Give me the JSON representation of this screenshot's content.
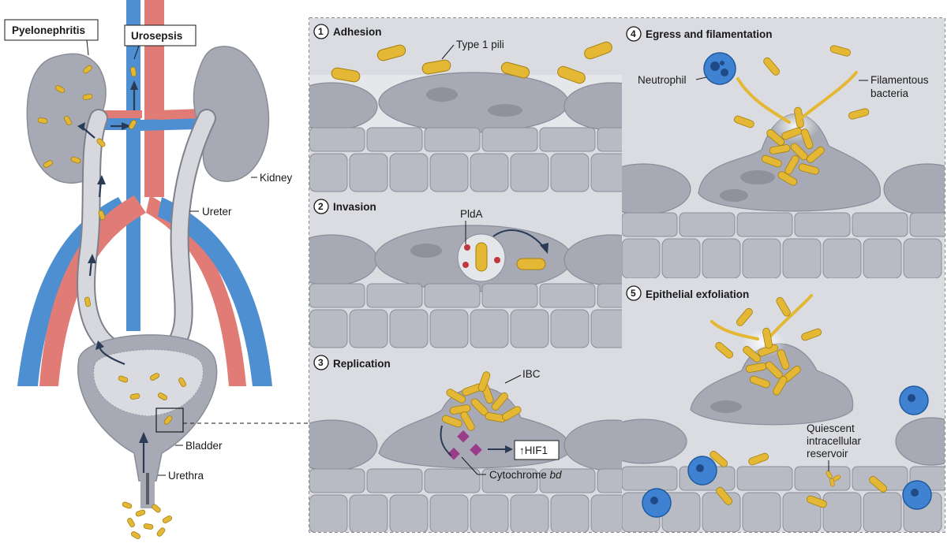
{
  "anatomy": {
    "pyelonephritis": "Pyelonephritis",
    "urosepsis": "Urosepsis",
    "kidney": "Kidney",
    "ureter": "Ureter",
    "bladder": "Bladder",
    "urethra": "Urethra"
  },
  "panels": [
    {
      "number": "1",
      "title": "Adhesion",
      "labels": [
        "Type 1 pili"
      ]
    },
    {
      "number": "2",
      "title": "Invasion",
      "labels": [
        "PldA"
      ]
    },
    {
      "number": "3",
      "title": "Replication",
      "labels": [
        "IBC",
        "↑HIF1",
        "Cytochrome ",
        "bd"
      ]
    },
    {
      "number": "4",
      "title": "Egress and filamentation",
      "labels": [
        "Neutrophil",
        "Filamentous",
        "bacteria"
      ]
    },
    {
      "number": "5",
      "title": "Epithelial exfoliation",
      "labels": [
        "Quiescent",
        "intracellular",
        "reservoir"
      ]
    }
  ],
  "colors": {
    "bacteria": "#e4b834",
    "cell": "#a7aab4",
    "cell_dark": "#8f929d",
    "artery": "#e07b76",
    "vein": "#4d8fd1",
    "neutrophil": "#3f82d1"
  }
}
